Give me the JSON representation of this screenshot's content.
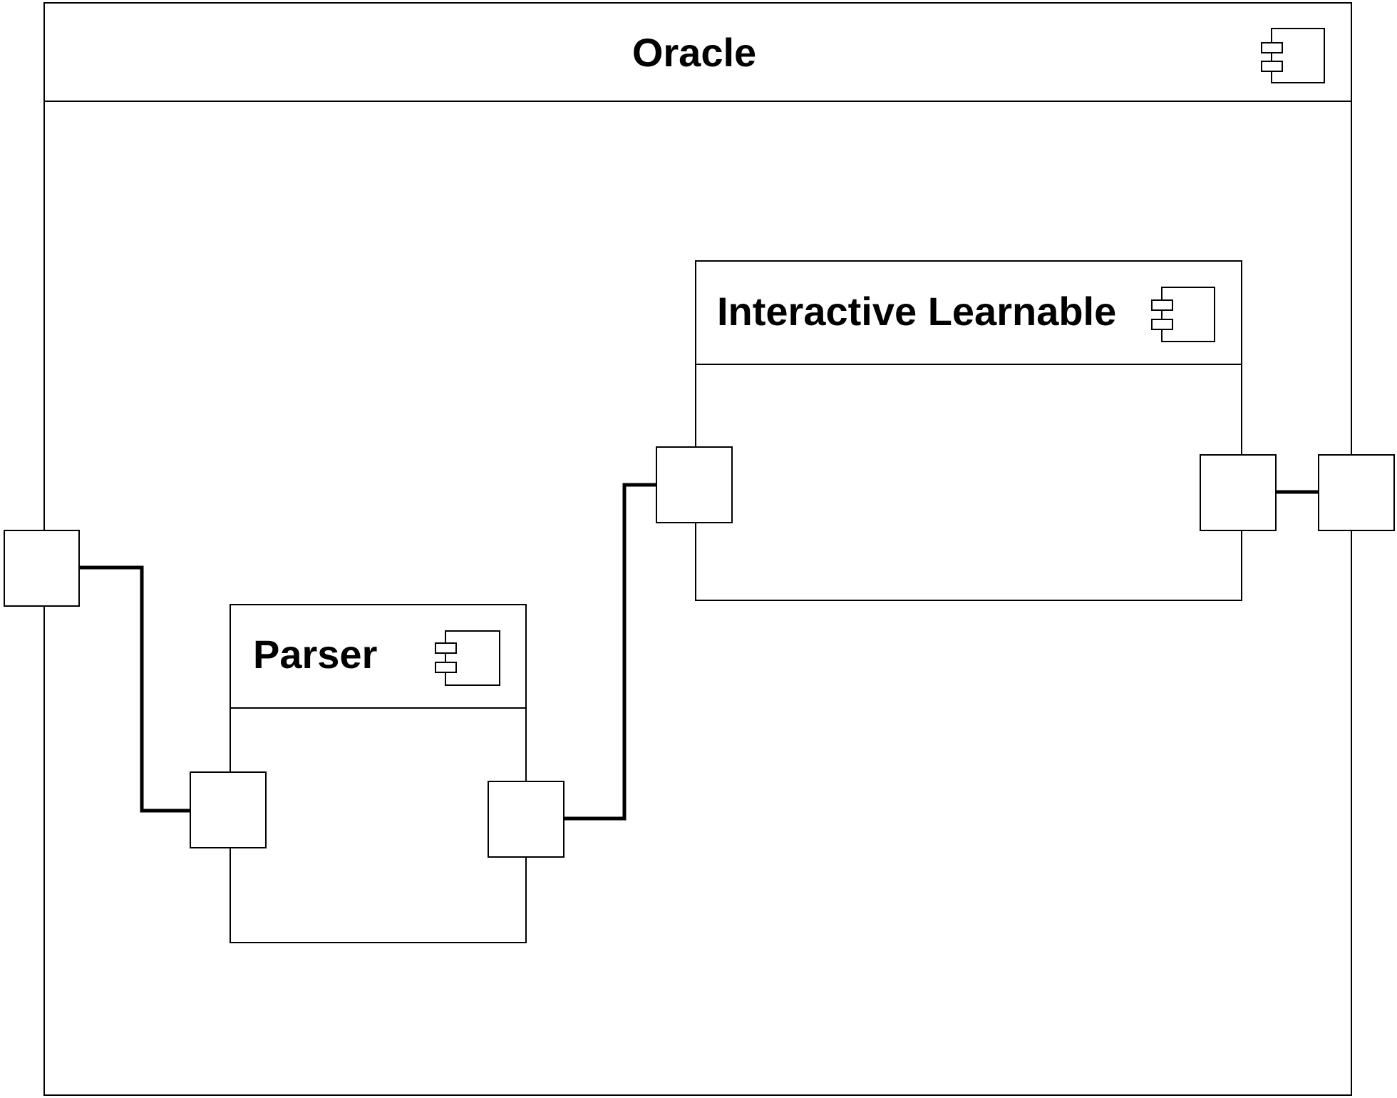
{
  "diagram": {
    "type": "uml-component-diagram",
    "line_color": "#000000",
    "background_color": "#ffffff",
    "components": {
      "oracle": {
        "title": "Oracle",
        "icon": "component-icon"
      },
      "learnable": {
        "title": "Interactive Learnable",
        "icon": "component-icon"
      },
      "parser": {
        "title": "Parser",
        "icon": "component-icon"
      }
    },
    "ports": [
      {
        "id": "oracle-left-port",
        "owner": "Oracle"
      },
      {
        "id": "oracle-right-port",
        "owner": "Oracle"
      },
      {
        "id": "parser-input-port",
        "owner": "Parser"
      },
      {
        "id": "parser-output-port",
        "owner": "Parser"
      },
      {
        "id": "learnable-input-port",
        "owner": "Interactive Learnable"
      },
      {
        "id": "learnable-output-port",
        "owner": "Interactive Learnable"
      }
    ],
    "connectors": [
      {
        "from": "oracle-left-port",
        "to": "parser-input-port"
      },
      {
        "from": "parser-output-port",
        "to": "learnable-input-port"
      },
      {
        "from": "learnable-output-port",
        "to": "oracle-right-port"
      }
    ]
  }
}
